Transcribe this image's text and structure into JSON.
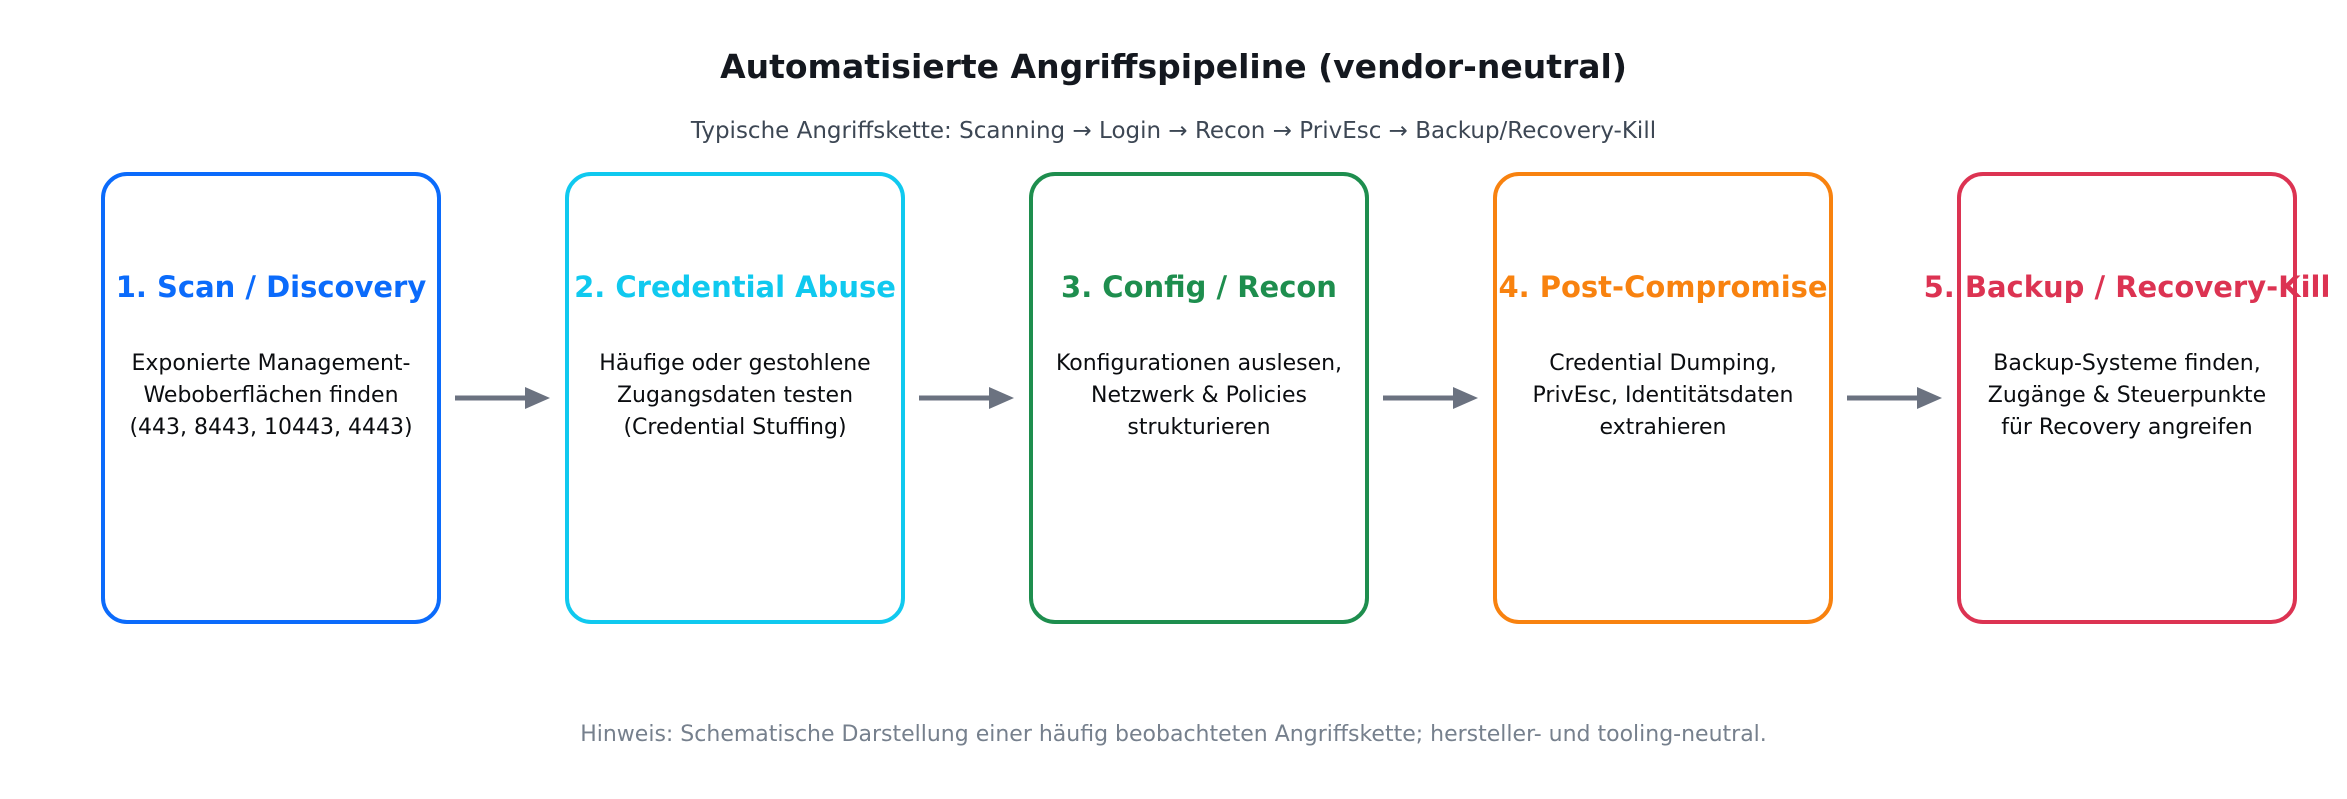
{
  "header": {
    "title": "Automatisierte Angriffspipeline (vendor-neutral)",
    "subtitle": "Typische Angriffskette: Scanning → Login → Recon → PrivEsc → Backup/Recovery-Kill"
  },
  "pipeline": {
    "arrow_color": "#6b7280",
    "stages": [
      {
        "title": "1. Scan / Discovery",
        "body": "Exponierte Management-\nWeboberflächen finden\n(443, 8443, 10443, 4443)",
        "color": "#0b6bfb"
      },
      {
        "title": "2. Credential Abuse",
        "body": "Häufige oder gestohlene\nZugangsdaten testen\n(Credential Stuffing)",
        "color": "#10c9ef"
      },
      {
        "title": "3. Config / Recon",
        "body": "Konfigurationen auslesen,\nNetzwerk & Policies\nstrukturieren",
        "color": "#1e8e4e"
      },
      {
        "title": "4. Post-Compromise",
        "body": "Credential Dumping,\nPrivEsc, Identitätsdaten\nextrahieren",
        "color": "#f8820f"
      },
      {
        "title": "5. Backup / Recovery-Kill",
        "body": "Backup-Systeme finden,\nZugänge & Steuerpunkte\nfür Recovery angreifen",
        "color": "#dc3352"
      }
    ]
  },
  "footer": {
    "note": "Hinweis: Schematische Darstellung einer häufig beobachteten Angriffskette; hersteller- und tooling-neutral."
  }
}
